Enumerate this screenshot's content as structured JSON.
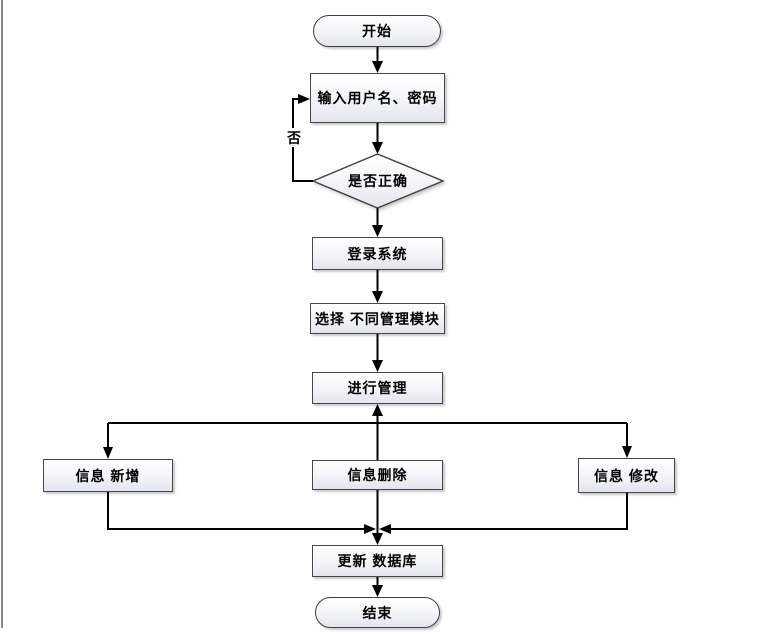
{
  "page": {
    "background_color": "#ffffff",
    "left_rule_color": "#868686"
  },
  "flowchart": {
    "line_color": "#000000",
    "node_border_color": "#474747",
    "node_fill_top": "#ffffff",
    "node_fill_bottom": "#e2e5ed",
    "nodes": [
      {
        "id": "start",
        "type": "terminator",
        "label": "开始"
      },
      {
        "id": "input",
        "type": "process",
        "label": "输入用户名、密码"
      },
      {
        "id": "decision",
        "type": "decision",
        "label": "是否正确"
      },
      {
        "id": "login",
        "type": "process",
        "label": "登录系统"
      },
      {
        "id": "select",
        "type": "process",
        "label": "选择 不同管理模块"
      },
      {
        "id": "manage",
        "type": "process",
        "label": "进行管理"
      },
      {
        "id": "add",
        "type": "process",
        "label": "信息 新增"
      },
      {
        "id": "delete",
        "type": "process",
        "label": "信息删除"
      },
      {
        "id": "modify",
        "type": "process",
        "label": "信息 修改"
      },
      {
        "id": "update",
        "type": "process",
        "label": "更新 数据库"
      },
      {
        "id": "end",
        "type": "terminator",
        "label": "结束"
      }
    ],
    "edge_labels": [
      {
        "id": "no-branch",
        "label": "否"
      }
    ]
  }
}
